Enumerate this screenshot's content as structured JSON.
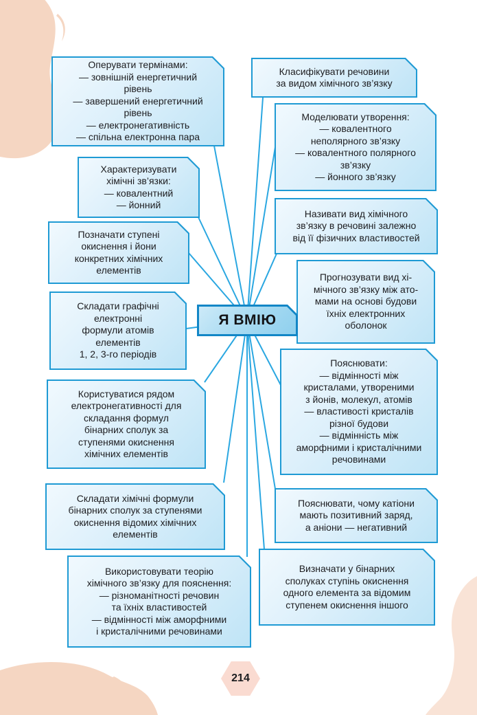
{
  "page": {
    "number": "214"
  },
  "center": {
    "label": "Я ВМІЮ"
  },
  "colors": {
    "node_border": "#1e9ad4",
    "node_fill_light": "#f1f9fe",
    "node_fill_dark": "#bfe4f6",
    "center_border": "#1286c6",
    "center_fill": "#a5d9f1",
    "connector_line": "#2aa7e1",
    "text": "#1d1d20",
    "blob_peach": "#f5d6c2",
    "blob_peach_light": "#f9e3d6",
    "badge_fill": "#fadbd1"
  },
  "nodes_left": [
    {
      "text": "Оперувати термінами:\n— зовнішній енергетичний\nрівень\n— завершений енергетичний\nрівень\n— електронегативність\n— спільна електронна пара"
    },
    {
      "text": "Характеризувати\nхімічні зв’язки:\n— ковалентний\n— йонний"
    },
    {
      "text": "Позначати ступені\nокиснення і йони\nконкретних хімічних\nелементів"
    },
    {
      "text": "Складати графічні\nелектронні\nформули атомів\nелементів\n1, 2, 3-го періодів"
    },
    {
      "text": "Користуватися рядом\nелектронегативності для\nскладання формул\nбінарних сполук за\nступенями окиснення\nхімічних елементів"
    },
    {
      "text": "Складати хімічні формули\nбінарних сполук за ступенями\nокиснення відомих хімічних\nелементів"
    },
    {
      "text": "Використовувати теорію\nхімічного зв’язку для пояснення:\n— різноманітності речовин\nта їхніх властивостей\n— відмінності між аморфними\nі кристалічними речовинами"
    }
  ],
  "nodes_right": [
    {
      "text": "Класифікувати речовини\nза видом хімічного зв’язку"
    },
    {
      "text": "Моделювати утворення:\n— ковалентного\nнеполярного зв’язку\n— ковалентного полярного\nзв’язку\n— йонного зв’язку"
    },
    {
      "text": "Називати вид хімічного\nзв’язку в речовині залежно\nвід її фізичних властивостей"
    },
    {
      "text": "Прогнозувати вид хі-\nмічного зв’язку між ато-\nмами на основі будови\nїхніх електронних\nоболонок"
    },
    {
      "text": "Пояснювати:\n— відмінності між\nкристалами, утвореними\nз йонів, молекул, атомів\n— властивості кристалів\nрізної будови\n— відмінність між\nаморфними і кристалічними\nречовинами"
    },
    {
      "text": "Пояснювати, чому катіони\nмають позитивний заряд,\nа аніони — негативний"
    },
    {
      "text": "Визначати у бінарних\nсполуках ступінь окиснення\nодного елемента за відомим\nступенем окиснення іншого"
    }
  ]
}
